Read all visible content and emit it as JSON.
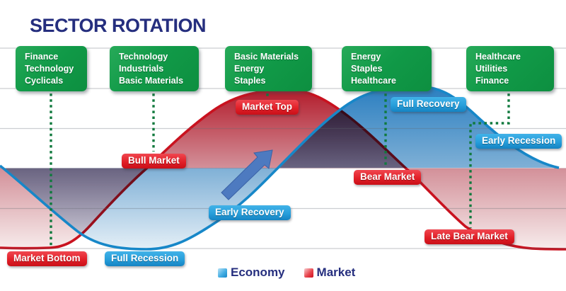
{
  "title": "SECTOR ROTATION",
  "sector_boxes": [
    {
      "lines": [
        "Finance",
        "Technology",
        "Cyclicals"
      ]
    },
    {
      "lines": [
        "Technology",
        "Industrials",
        "Basic Materials"
      ]
    },
    {
      "lines": [
        "Basic Materials",
        "Energy",
        "Staples"
      ]
    },
    {
      "lines": [
        "Energy",
        "Staples",
        "Healthcare"
      ]
    },
    {
      "lines": [
        "Healthcare",
        "Utilities",
        "Finance"
      ]
    }
  ],
  "market_phase_labels": {
    "market_bottom": "Market Bottom",
    "bull_market": "Bull Market",
    "market_top": "Market Top",
    "bear_market": "Bear Market",
    "late_bear_market": "Late Bear Market"
  },
  "economy_phase_labels": {
    "full_recession": "Full Recession",
    "early_recovery": "Early Recovery",
    "full_recovery": "Full Recovery",
    "early_recession": "Early Recession"
  },
  "legend": {
    "economy_label": "Economy",
    "market_label": "Market"
  },
  "colors": {
    "title_navy": "#252e7e",
    "economy_blue": "#1787c8",
    "market_red": "#c9121f",
    "sector_green": "#119a48",
    "connector_green": "#117a3e",
    "economy_pill_blue": "#29a3dc",
    "market_pill_red": "#e22631"
  }
}
